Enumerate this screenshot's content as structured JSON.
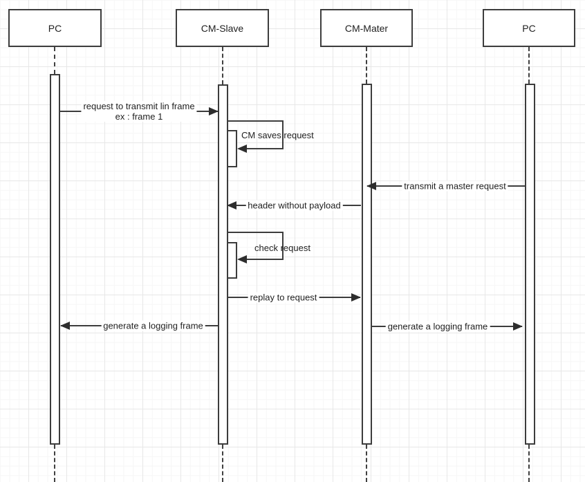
{
  "actors": [
    {
      "label": "PC"
    },
    {
      "label": "CM-Slave"
    },
    {
      "label": "CM-Mater"
    },
    {
      "label": "PC"
    }
  ],
  "messages": [
    {
      "label": "request to transmit lin frame",
      "label2": "ex : frame 1",
      "from": "PC",
      "to": "CM-Slave",
      "kind": "arrow-right"
    },
    {
      "label": "CM saves request",
      "actor": "CM-Slave",
      "kind": "self"
    },
    {
      "label": "transmit a master request",
      "from": "PC",
      "to": "CM-Mater",
      "kind": "arrow-left"
    },
    {
      "label": "header without payload",
      "from": "CM-Mater",
      "to": "CM-Slave",
      "kind": "arrow-left"
    },
    {
      "label": "check request",
      "actor": "CM-Slave",
      "kind": "self"
    },
    {
      "label": "replay to request",
      "from": "CM-Slave",
      "to": "CM-Mater",
      "kind": "arrow-right"
    },
    {
      "label": "generate a logging frame",
      "from": "CM-Slave",
      "to": "PC",
      "kind": "arrow-left"
    },
    {
      "label": "generate a logging frame",
      "from": "CM-Mater",
      "to": "PC",
      "kind": "arrow-right"
    }
  ],
  "colors": {
    "stroke": "#3c3c3c",
    "background": "#ffffff",
    "grid_minor": "#f6f6f6",
    "grid_major": "#e7e7e7",
    "text": "#1f1f1f"
  }
}
